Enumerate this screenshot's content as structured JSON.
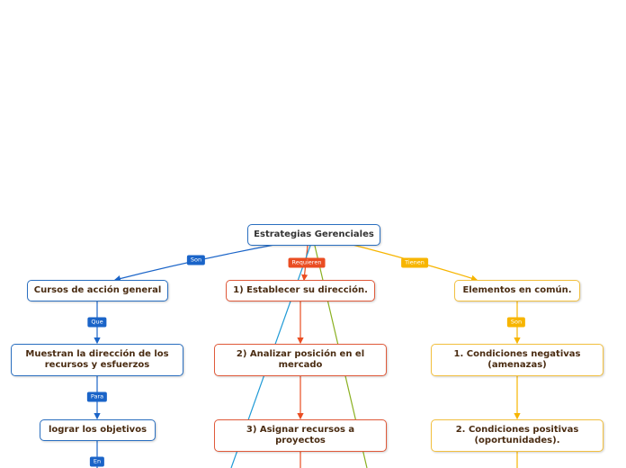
{
  "root": {
    "label": "Estrategias Gerenciales"
  },
  "branches": {
    "left": {
      "connector": "Son",
      "color": "#1a64c8",
      "nodes": [
        {
          "label": "Cursos de acción general",
          "connector_below": "Que"
        },
        {
          "label": "Muestran la dirección de los recursos y esfuerzos",
          "connector_below": "Para"
        },
        {
          "label": "lograr los objetivos",
          "connector_below": "En"
        }
      ]
    },
    "middle": {
      "connector": "Requieren",
      "color": "#ea4d22",
      "nodes": [
        {
          "label": "1) Establecer su dirección."
        },
        {
          "label": "2) Analizar posición en el mercado"
        },
        {
          "label": "3) Asignar recursos a proyectos"
        }
      ]
    },
    "right": {
      "connector": "Tienen",
      "color": "#f7b500",
      "nodes": [
        {
          "label": "Elementos en común.",
          "connector_below": "Son"
        },
        {
          "label": "1. Condiciones negativas (amenazas)"
        },
        {
          "label": "2. Condiciones  positivas (oportunidades)."
        }
      ]
    }
  },
  "extra_lines": {
    "cyan": "#1f9ad6",
    "green": "#8ab020"
  }
}
